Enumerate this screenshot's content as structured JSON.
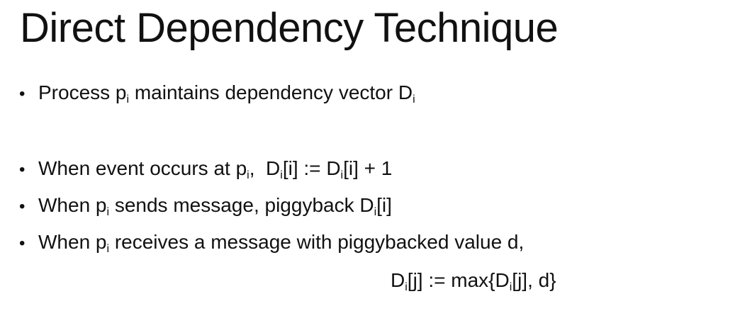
{
  "slide": {
    "title": "Direct Dependency Technique",
    "bullet_symbol": "•",
    "bullets": [
      {
        "parts": [
          "Process p",
          "i",
          " maintains dependency vector D",
          "i"
        ]
      },
      {
        "parts": [
          "When event occurs at p",
          "i",
          ",  D",
          "i",
          "[i] := D",
          "i",
          "[i] + 1"
        ]
      },
      {
        "parts": [
          "When p",
          "i",
          " sends message, piggyback D",
          "i",
          "[i]"
        ]
      },
      {
        "parts": [
          "When p",
          "i",
          " receives a message with piggybacked value d,"
        ]
      }
    ],
    "formula": {
      "parts": [
        "D",
        "i",
        "[j] := max{D",
        "i",
        "[j], d}"
      ]
    }
  }
}
